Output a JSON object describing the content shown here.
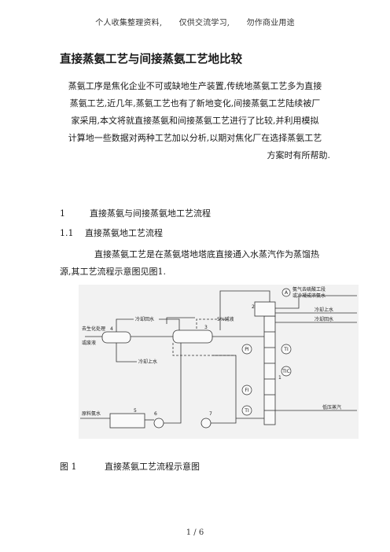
{
  "header": {
    "part1": "个人收集整理资料,",
    "part2": "仅供交流学习,",
    "part3": "勿作商业用途"
  },
  "title": "直接蒸氨工艺与间接蒸氨工艺地比较",
  "intro_lines": [
    "蒸氨工序是焦化企业不可或缺地生产装置,传统地蒸氨工艺多为直接",
    "蒸氨工艺,近几年,蒸氨工艺也有了新地变化,间接蒸氨工艺陆续被厂",
    "家采用,本文将就直接蒸氨和间接蒸氨工艺进行了比较,并利用模拟",
    "计算地一些数据对两种工艺加以分析,以期对焦化厂在选择蒸氨工艺",
    "方案时有所帮助."
  ],
  "section1": {
    "number": "1",
    "title": "直接蒸氨与间接蒸氨地工艺流程"
  },
  "section1_1": {
    "number": "1.1",
    "title": "直接蒸氨地工艺流程"
  },
  "body_lines": [
    "直接蒸氨工艺是在蒸氨塔地塔底直接通入水蒸汽作为蒸馏热",
    "源,其工艺流程示意图见图1."
  ],
  "diagram": {
    "label_ammonia_vapor": "氨气去硫酸工段",
    "label_ammonia_vapor2": "或冷凝成浓氨水",
    "label_wastewater": "去生化处理",
    "label_wastewater2": "或废液",
    "label_cool_return": "冷却回水",
    "label_cool_supply": "冷却上水",
    "label_cool_supply_r": "冷却上水",
    "label_cool_return_r": "冷却回水",
    "label_alkali": "5%碱液",
    "label_raw": "原料氨水",
    "label_steam": "低压蒸汽",
    "instrument_a": "A",
    "instrument_p1": "PI",
    "instrument_t1": "TI",
    "instrument_tic": "TIC",
    "instrument_fi": "FI",
    "instrument_ti2": "TI",
    "num_1": "1",
    "num_2": "2",
    "num_3": "3",
    "num_4": "4",
    "num_5": "5",
    "num_6": "6",
    "num_7": "7"
  },
  "caption": {
    "number": "图 1",
    "text": "直接蒸氨工艺流程示意图"
  },
  "footer": "1 / 6"
}
